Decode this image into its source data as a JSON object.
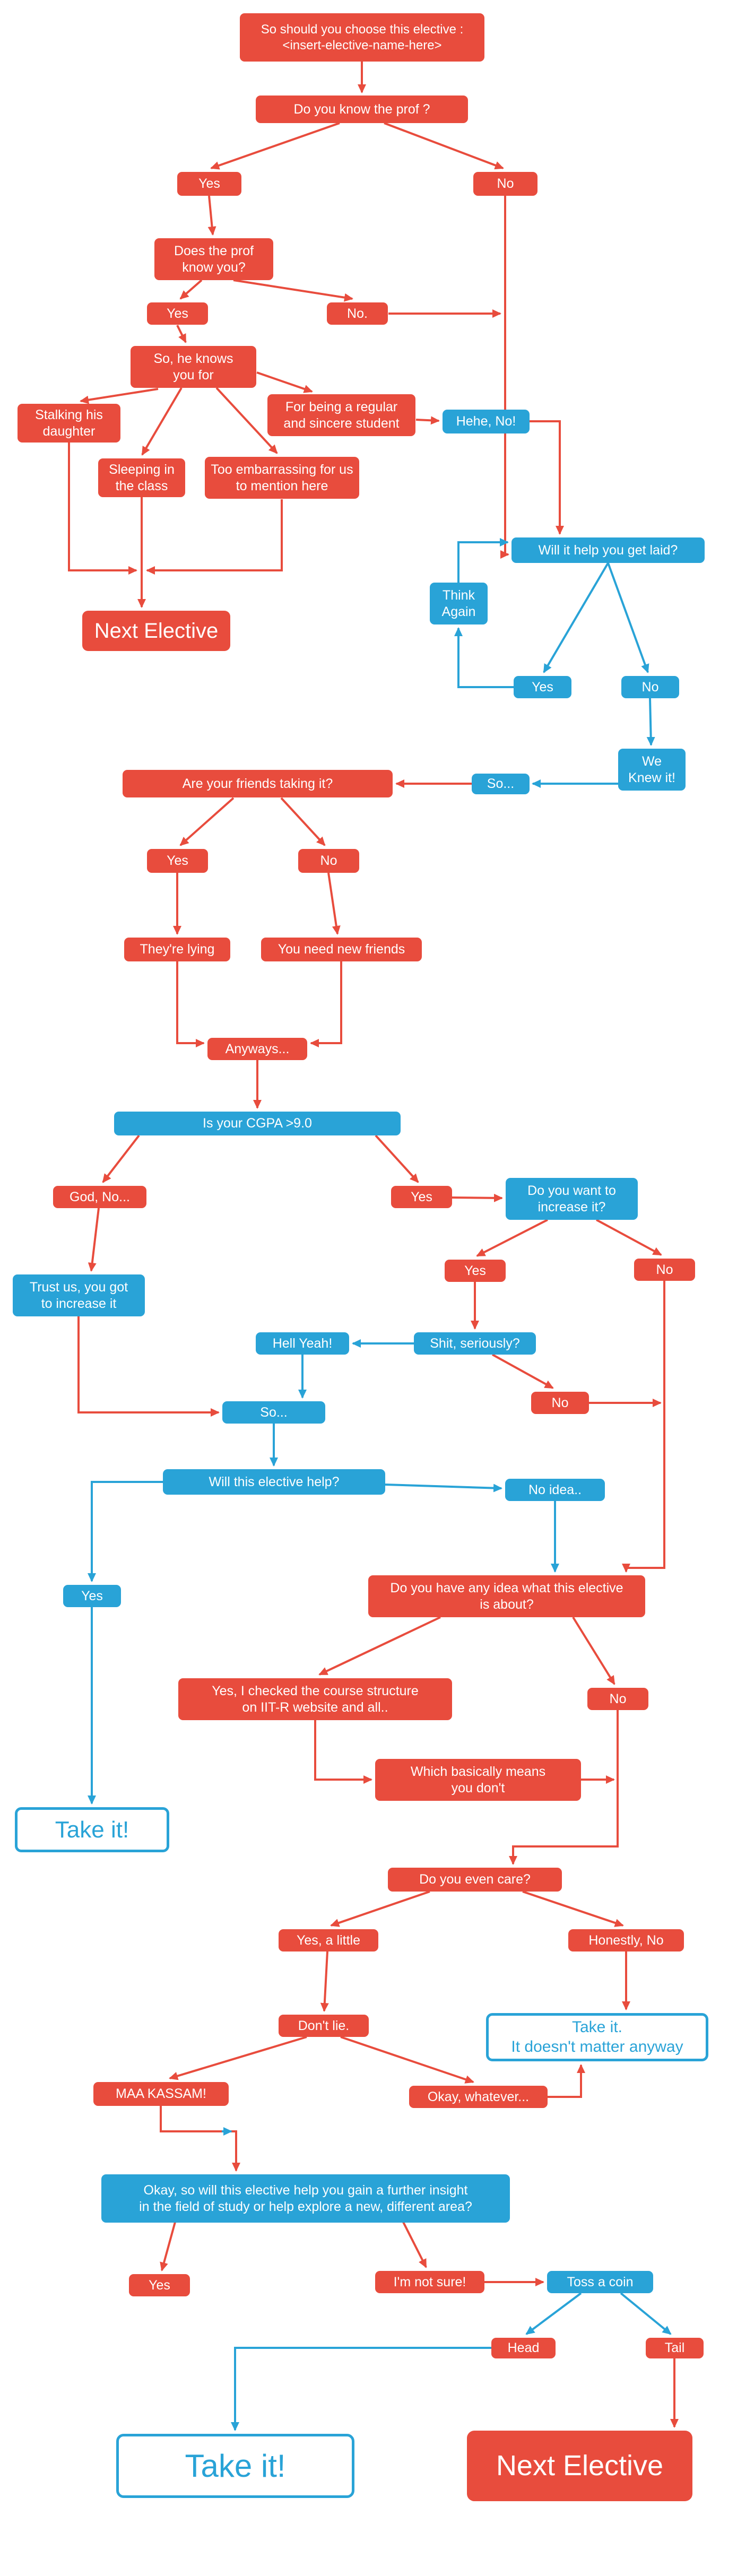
{
  "colors": {
    "red": "#e84c3d",
    "blue": "#29a3d7",
    "background": "#ffffff"
  },
  "nodes": {
    "title": {
      "label": "So should you choose this elective :\n<insert-elective-name-here>"
    },
    "know_prof": {
      "label": "Do you know the prof ?"
    },
    "yes1": {
      "label": "Yes"
    },
    "no1": {
      "label": "No"
    },
    "prof_know_you": {
      "label": "Does the prof\nknow you?"
    },
    "yes2": {
      "label": "Yes"
    },
    "no2": {
      "label": "No."
    },
    "knows_you_for": {
      "label": "So, he knows\nyou for"
    },
    "stalking": {
      "label": "Stalking his\ndaughter"
    },
    "regular": {
      "label": "For being a regular\nand sincere student"
    },
    "hehe_no": {
      "label": "Hehe, No!"
    },
    "sleeping": {
      "label": "Sleeping in\nthe class"
    },
    "embarrassing": {
      "label": "Too embarrassing for us\nto mention here"
    },
    "get_laid": {
      "label": "Will it help you get laid?"
    },
    "think_again": {
      "label": "Think\nAgain"
    },
    "next_elective1": {
      "label": "Next Elective"
    },
    "yes3": {
      "label": "Yes"
    },
    "no3": {
      "label": "No"
    },
    "we_knew": {
      "label": "We\nKnew it!"
    },
    "so1": {
      "label": "So..."
    },
    "friends": {
      "label": "Are your friends taking it?"
    },
    "yes4": {
      "label": "Yes"
    },
    "no4": {
      "label": "No"
    },
    "lying": {
      "label": "They're lying"
    },
    "new_friends": {
      "label": "You need new friends"
    },
    "anyways": {
      "label": "Anyways..."
    },
    "cgpa": {
      "label": "Is your CGPA >9.0"
    },
    "god_no": {
      "label": "God, No..."
    },
    "yes5": {
      "label": "Yes"
    },
    "increase": {
      "label": "Do you want to\nincrease it?"
    },
    "trust_us": {
      "label": "Trust us, you got\nto increase it"
    },
    "yes6": {
      "label": "Yes"
    },
    "no5": {
      "label": "No"
    },
    "hell_yeah": {
      "label": "Hell Yeah!"
    },
    "seriously": {
      "label": "Shit, seriously?"
    },
    "no6": {
      "label": "No"
    },
    "so2": {
      "label": "So..."
    },
    "elective_help": {
      "label": "Will this elective help?"
    },
    "no_idea": {
      "label": "No idea.."
    },
    "yes7": {
      "label": "Yes"
    },
    "any_idea": {
      "label": "Do you have any idea what this elective\nis about?"
    },
    "checked": {
      "label": "Yes, I checked the course structure\non IIT-R website and all.."
    },
    "no7": {
      "label": "No"
    },
    "basically": {
      "label": "Which basically means\nyou don't"
    },
    "take_it1": {
      "label": "Take it!"
    },
    "care": {
      "label": "Do you even care?"
    },
    "yes_little": {
      "label": "Yes, a little"
    },
    "honestly_no": {
      "label": "Honestly, No"
    },
    "dont_lie": {
      "label": "Don't lie."
    },
    "take_anyway": {
      "label": "Take it.\nIt doesn't matter anyway"
    },
    "maa_kassam": {
      "label": "MAA KASSAM!"
    },
    "okay_whatever": {
      "label": "Okay, whatever..."
    },
    "big_question": {
      "label": "Okay, so will this elective help you gain a further insight\nin the field of study or help explore a new, different area?"
    },
    "yes8": {
      "label": "Yes"
    },
    "not_sure": {
      "label": "I'm not sure!"
    },
    "toss": {
      "label": "Toss a coin"
    },
    "head": {
      "label": "Head"
    },
    "tail": {
      "label": "Tail"
    },
    "take_it2": {
      "label": "Take it!"
    },
    "next_elective2": {
      "label": "Next Elective"
    }
  },
  "connections": [
    "title>know_prof",
    "know_prof>yes1",
    "know_prof>no1",
    "yes1>prof_know_you",
    "no1>get_laid",
    "prof_know_you>yes2",
    "prof_know_you>no2",
    "no2>get_laid",
    "yes2>knows_you_for",
    "knows_you_for>stalking",
    "knows_you_for>sleeping",
    "knows_you_for>embarrassing",
    "knows_you_for>regular",
    "regular>hehe_no",
    "hehe_no>get_laid",
    "stalking>next_elective1",
    "embarrassing>next_elective1",
    "sleeping>next_elective1",
    "get_laid>yes3",
    "get_laid>no3",
    "yes3>think_again",
    "think_again>get_laid",
    "no3>we_knew",
    "we_knew>so1",
    "so1>friends",
    "friends>yes4",
    "friends>no4",
    "yes4>lying",
    "no4>new_friends",
    "lying>anyways",
    "new_friends>anyways",
    "anyways>cgpa",
    "cgpa>god_no",
    "cgpa>yes5",
    "yes5>increase",
    "god_no>trust_us",
    "trust_us>so2",
    "increase>yes6",
    "increase>no5",
    "yes6>seriously",
    "seriously>hell_yeah",
    "seriously>no6",
    "hell_yeah>so2",
    "no6>any_idea",
    "no5>any_idea",
    "so2>elective_help",
    "elective_help>no_idea",
    "elective_help>yes7",
    "yes7>take_it1",
    "no_idea>any_idea",
    "any_idea>checked",
    "any_idea>no7",
    "checked>basically",
    "basically>care",
    "no7>care",
    "care>yes_little",
    "care>honestly_no",
    "yes_little>dont_lie",
    "honestly_no>take_anyway",
    "dont_lie>maa_kassam",
    "dont_lie>okay_whatever",
    "okay_whatever>take_anyway",
    "maa_kassam>big_question",
    "big_question>yes8",
    "big_question>not_sure",
    "not_sure>toss",
    "toss>head",
    "toss>tail",
    "head>take_it2",
    "tail>next_elective2"
  ]
}
